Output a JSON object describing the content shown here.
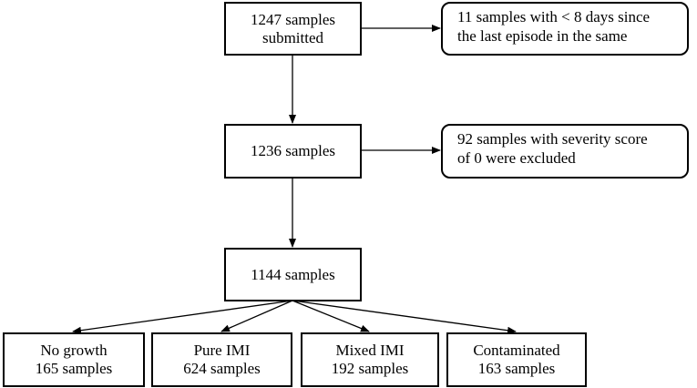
{
  "boxes": {
    "submitted": {
      "line1": "1247 samples",
      "line2": "submitted"
    },
    "after_first": {
      "line1": "1236 samples"
    },
    "after_second": {
      "line1": "1144 samples"
    }
  },
  "exclusions": [
    {
      "line1": "11 samples with < 8 days since",
      "line2": "the last episode in the same"
    },
    {
      "line1": "92 samples with severity score",
      "line2": "of 0 were excluded"
    }
  ],
  "outcomes": [
    {
      "label": "No growth",
      "count": "165 samples"
    },
    {
      "label": "Pure IMI",
      "count": "624 samples"
    },
    {
      "label": "Mixed IMI",
      "count": "192 samples"
    },
    {
      "label": "Contaminated",
      "count": "163 samples"
    }
  ]
}
